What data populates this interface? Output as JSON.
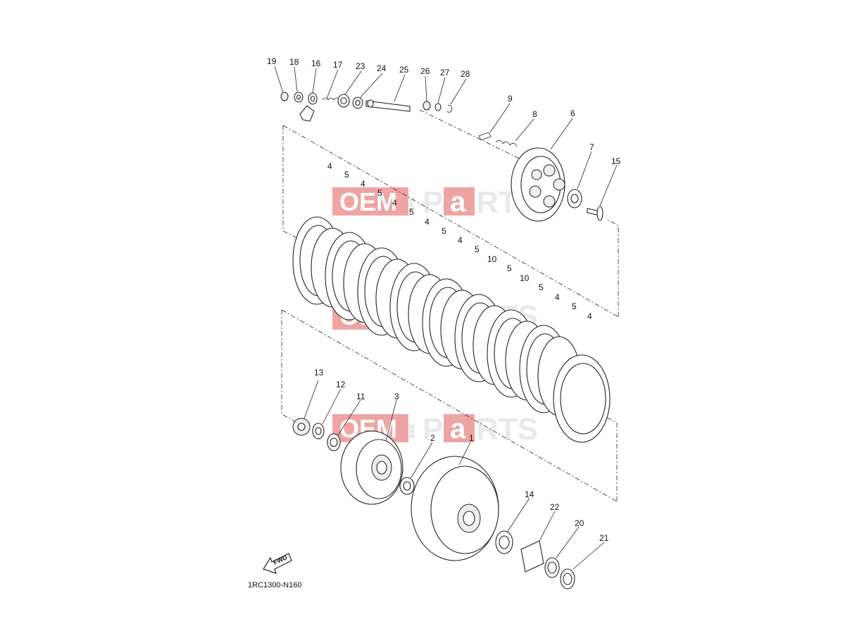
{
  "diagram_code": "1RC1300-N160",
  "fwd_label": "FWD",
  "watermark": {
    "oem": "OEM",
    "bike": "BIKE",
    "parts_p": "P",
    "parts_a": "a",
    "parts_rts": "RTS"
  },
  "callouts": [
    "19",
    "18",
    "16",
    "17",
    "23",
    "24",
    "25",
    "26",
    "27",
    "28",
    "9",
    "8",
    "6",
    "7",
    "15",
    "4",
    "5",
    "4",
    "5",
    "4",
    "5",
    "4",
    "5",
    "4",
    "5",
    "10",
    "5",
    "10",
    "5",
    "4",
    "5",
    "4",
    "13",
    "12",
    "11",
    "3",
    "2",
    "1",
    "14",
    "22",
    "20",
    "21"
  ]
}
